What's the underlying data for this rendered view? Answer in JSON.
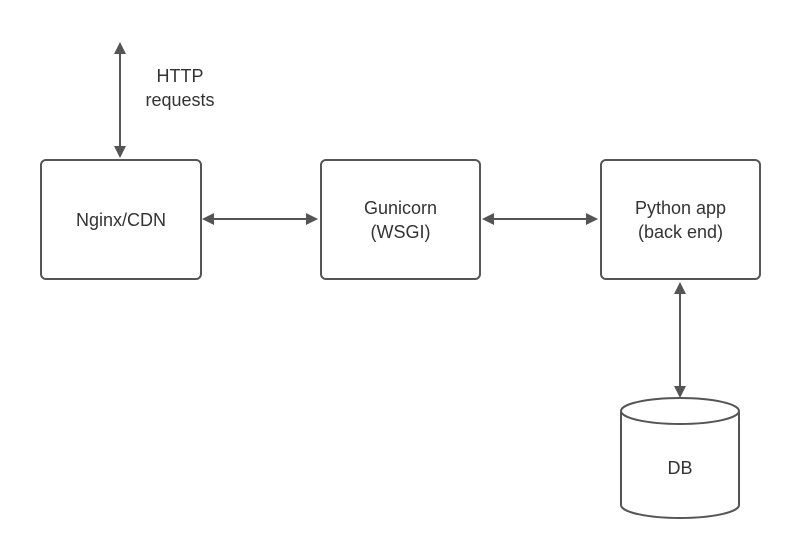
{
  "diagram": {
    "colors": {
      "stroke": "#555555",
      "text": "#333333",
      "background": "#ffffff"
    },
    "http_label": {
      "line1": "HTTP",
      "line2": "requests"
    },
    "nodes": {
      "nginx": {
        "line1": "Nginx/CDN"
      },
      "gunicorn": {
        "line1": "Gunicorn",
        "line2": "(WSGI)"
      },
      "python_app": {
        "line1": "Python app",
        "line2": "(back end)"
      },
      "db": {
        "line1": "DB"
      }
    }
  }
}
